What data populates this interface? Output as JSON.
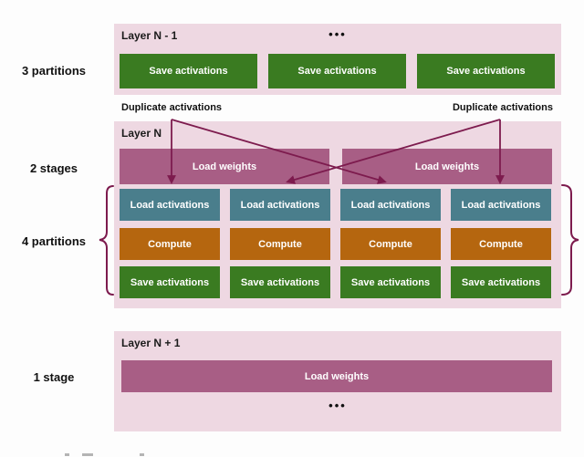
{
  "side_labels": {
    "partitions3": "3 partitions",
    "stages2": "2 stages",
    "partitions4": "4 partitions",
    "stage1": "1 stage"
  },
  "annotations": {
    "duplicate_left": "Duplicate activations",
    "duplicate_right": "Duplicate activations"
  },
  "sections": {
    "layer_prev": {
      "title": "Layer N - 1",
      "ellipsis": "•••",
      "boxes": [
        "Save activations",
        "Save activations",
        "Save activations"
      ]
    },
    "layer_n": {
      "title": "Layer N",
      "load_weights": [
        "Load weights",
        "Load weights"
      ],
      "grid": {
        "load": [
          "Load activations",
          "Load activations",
          "Load activations",
          "Load activations"
        ],
        "compute": [
          "Compute",
          "Compute",
          "Compute",
          "Compute"
        ],
        "save": [
          "Save activations",
          "Save activations",
          "Save activations",
          "Save activations"
        ]
      }
    },
    "layer_next": {
      "title": "Layer N + 1",
      "load_weights": "Load weights",
      "ellipsis": "•••"
    }
  },
  "colors": {
    "container_pink": "#eed8e2",
    "bar_magenta": "#a85e85",
    "box_teal": "#4a7e8c",
    "box_orange": "#b5660f",
    "box_green": "#3a7b21",
    "arrow_maroon": "#7d1b4e",
    "text_dark": "#111111",
    "text_on_box": "#ffffff"
  }
}
